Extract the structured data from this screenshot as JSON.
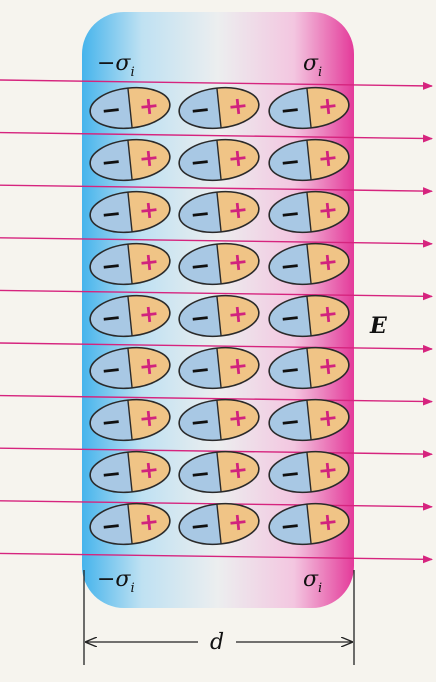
{
  "labels": {
    "sigma_top_left": "−σ",
    "sigma_top_right": "σ",
    "sigma_bottom_left": "−σ",
    "sigma_bottom_right": "σ",
    "subscript": "i",
    "field": "E",
    "distance": "d",
    "neg_sign": "−",
    "pos_sign": "+"
  },
  "diagram": {
    "dipole_rows": 9,
    "dipole_cols": 3,
    "field_lines": 10
  },
  "colors": {
    "slab_left": "#46b4ec",
    "slab_mid": "#e8ecee",
    "slab_right": "#e43a9a",
    "field_line": "#d6247e",
    "dipole_neg": "#a8c8e4",
    "dipole_pos": "#f0c486",
    "plus_sign": "#d1237e",
    "outline": "#2a2a2a",
    "background": "#f6f4ee"
  }
}
